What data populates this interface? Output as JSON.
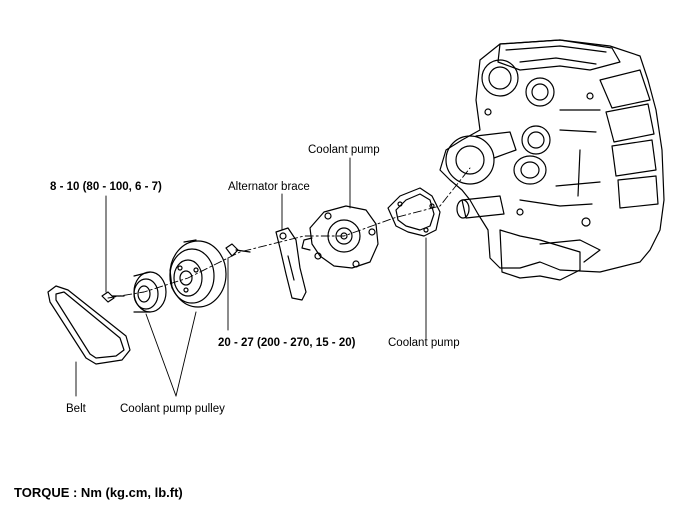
{
  "labels": {
    "torque_small_bolt": "8 - 10 (80 - 100, 6 - 7)",
    "alternator_brace": "Alternator brace",
    "coolant_pump_top": "Coolant pump",
    "torque_brace_bolt": "20 - 27 (200 - 270, 15 - 20)",
    "coolant_pump_gasket": "Coolant pump",
    "belt": "Belt",
    "coolant_pump_pulley": "Coolant pump pulley"
  },
  "footer": {
    "torque_units": "TORQUE : Nm (kg.cm, lb.ft)"
  },
  "colors": {
    "line": "#000000",
    "background": "#ffffff"
  }
}
